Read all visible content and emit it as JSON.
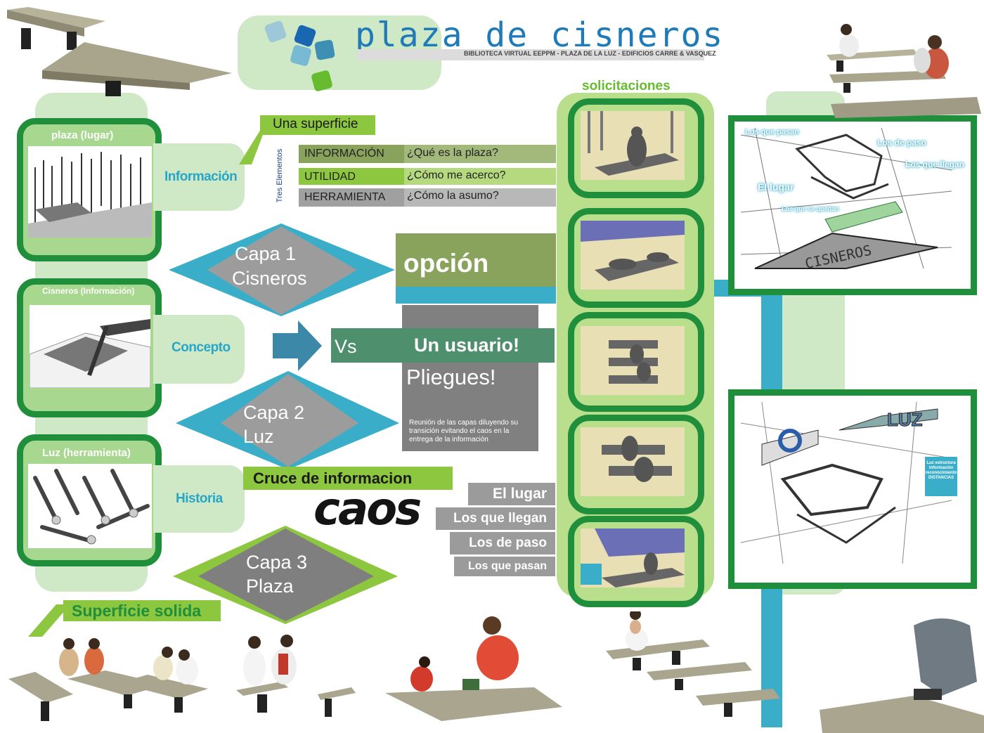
{
  "header": {
    "title": "plaza de cisneros",
    "subtitle": "BIBLIOTECA VIRTUAL EEPPM - PLAZA DE LA LUZ - EDIFICIOS CARRE & VASQUEZ"
  },
  "left_panels": {
    "plaza": "plaza (lugar)",
    "cisneros": "Cisneros (Información)",
    "luz": "Luz (herramienta)"
  },
  "tabs": {
    "informacion": "Información",
    "concepto": "Concepto",
    "historia": "Historia"
  },
  "surface": {
    "una_superficie": "Una superficie",
    "superficie_solida": "Superficie solida"
  },
  "tres_elementos": {
    "label": "Tres Elementos",
    "rows": [
      {
        "name": "INFORMACIÓN",
        "question": "¿Qué es la plaza?"
      },
      {
        "name": "UTILIDAD",
        "question": "¿Cómo me acerco?"
      },
      {
        "name": "HERRAMIENTA",
        "question": "¿Cómo la asumo?"
      }
    ]
  },
  "capas": {
    "capa1": {
      "line1": "Capa 1",
      "line2": "Cisneros"
    },
    "capa2": {
      "line1": "Capa 2",
      "line2": "Luz"
    },
    "capa3": {
      "line1": "Capa 3",
      "line2": "Plaza"
    }
  },
  "center": {
    "opcion": "opción",
    "vs": "Vs",
    "usuario": "Un usuario!",
    "pliegues": "Pliegues!",
    "reunion": "Reunión de las capas diluyendo su transición evitando el caos en la entrega de la información",
    "cruce": "Cruce de informacion",
    "caos": "caos"
  },
  "chips": [
    "El lugar",
    "Los que llegan",
    "Los de paso",
    "Los que pasan"
  ],
  "solicitaciones": "solicitaciones",
  "sketch1": {
    "tags": [
      "Los que pasan",
      "Los de paso",
      "Los que llegan",
      "El lugar",
      "Los que se quedan"
    ],
    "word": "CISNEROS"
  },
  "sketch2": {
    "word": "LUZ",
    "note": "Luz estructura información reconocimiento DISTANCIAS"
  },
  "colors": {
    "dark_green": "#1f8f3c",
    "light_green": "#a8d88f",
    "pale_green": "#cfe9c7",
    "blue": "#27a6c8",
    "lime": "#8dc63f",
    "olive": "#8aa35c",
    "gray": "#808080"
  }
}
